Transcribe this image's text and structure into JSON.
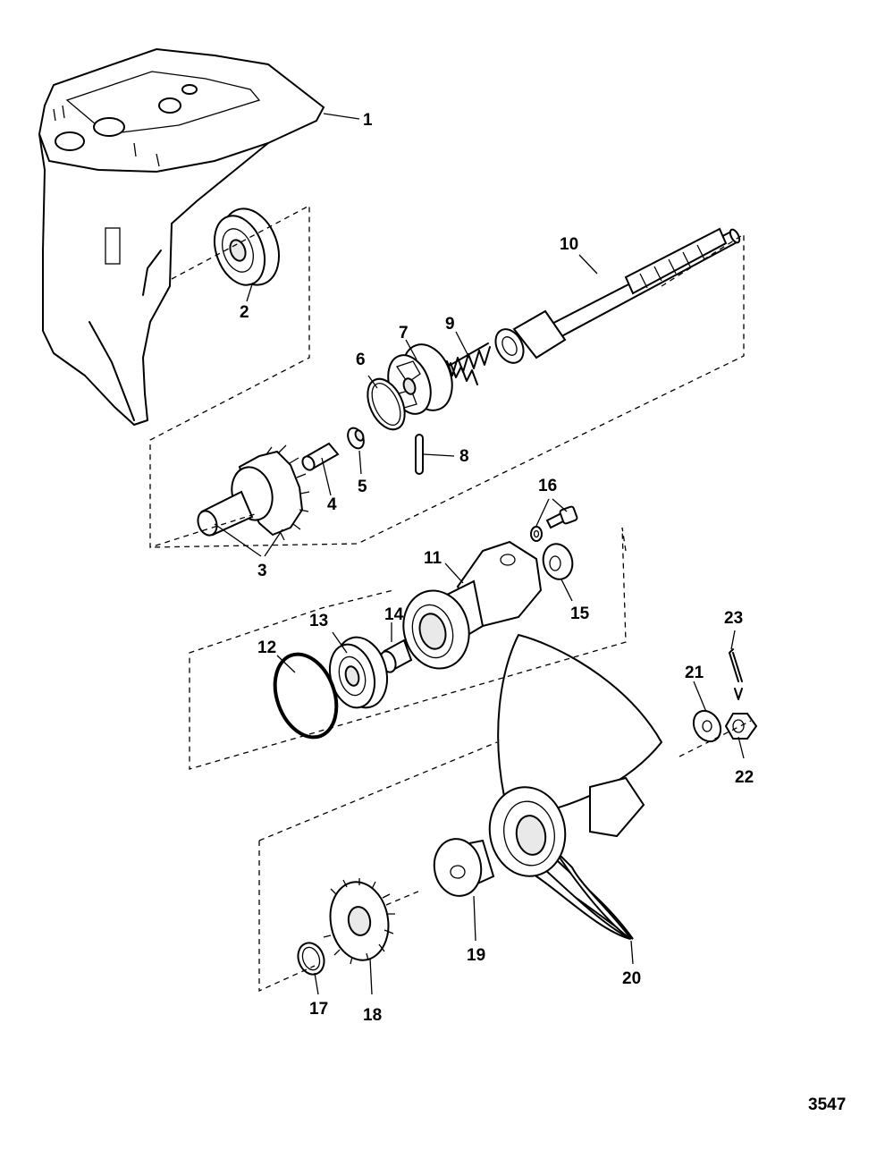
{
  "callouts": {
    "c1": "1",
    "c2": "2",
    "c3": "3",
    "c4": "4",
    "c5": "5",
    "c6": "6",
    "c7": "7",
    "c8": "8",
    "c9": "9",
    "c10": "10",
    "c11": "11",
    "c12": "12",
    "c13": "13",
    "c14": "14",
    "c15": "15",
    "c16": "16",
    "c17": "17",
    "c18": "18",
    "c19": "19",
    "c20": "20",
    "c21": "21",
    "c22": "22",
    "c23": "23"
  },
  "drawing_number": "3547"
}
